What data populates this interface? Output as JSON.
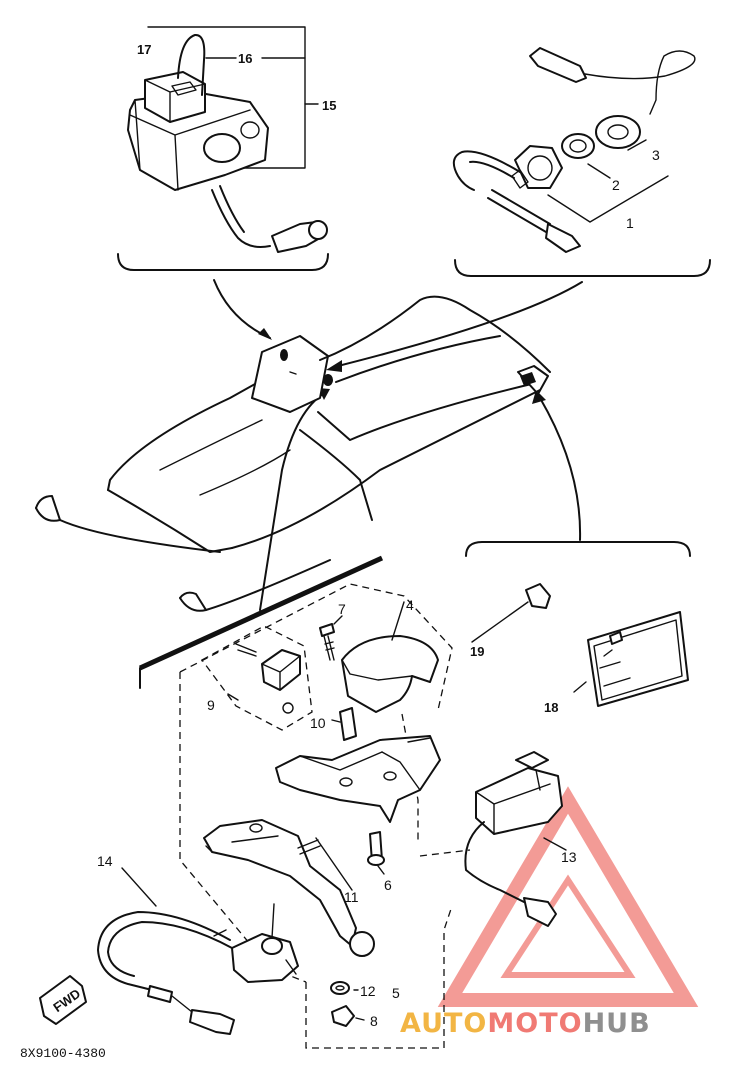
{
  "part_labels": {
    "p1": "1",
    "p2": "2",
    "p3": "3",
    "p4": "4",
    "p5": "5",
    "p6": "6",
    "p7": "7",
    "p8": "8",
    "p9": "9",
    "p10": "10",
    "p11": "11",
    "p12": "12",
    "p13": "13",
    "p14": "14",
    "p15": "15",
    "p16": "16",
    "p17": "17",
    "p18": "18",
    "p19": "19"
  },
  "fwd_label": "FWD",
  "diagram_code": "8X9100-4380",
  "watermark": {
    "part1": "AUTO",
    "part2": "MOTO",
    "part3": "HUB",
    "colors": {
      "auto": "#f2b544",
      "moto": "#f07a74",
      "hub": "#8f8f8f",
      "triangle": "#f07a74"
    }
  }
}
